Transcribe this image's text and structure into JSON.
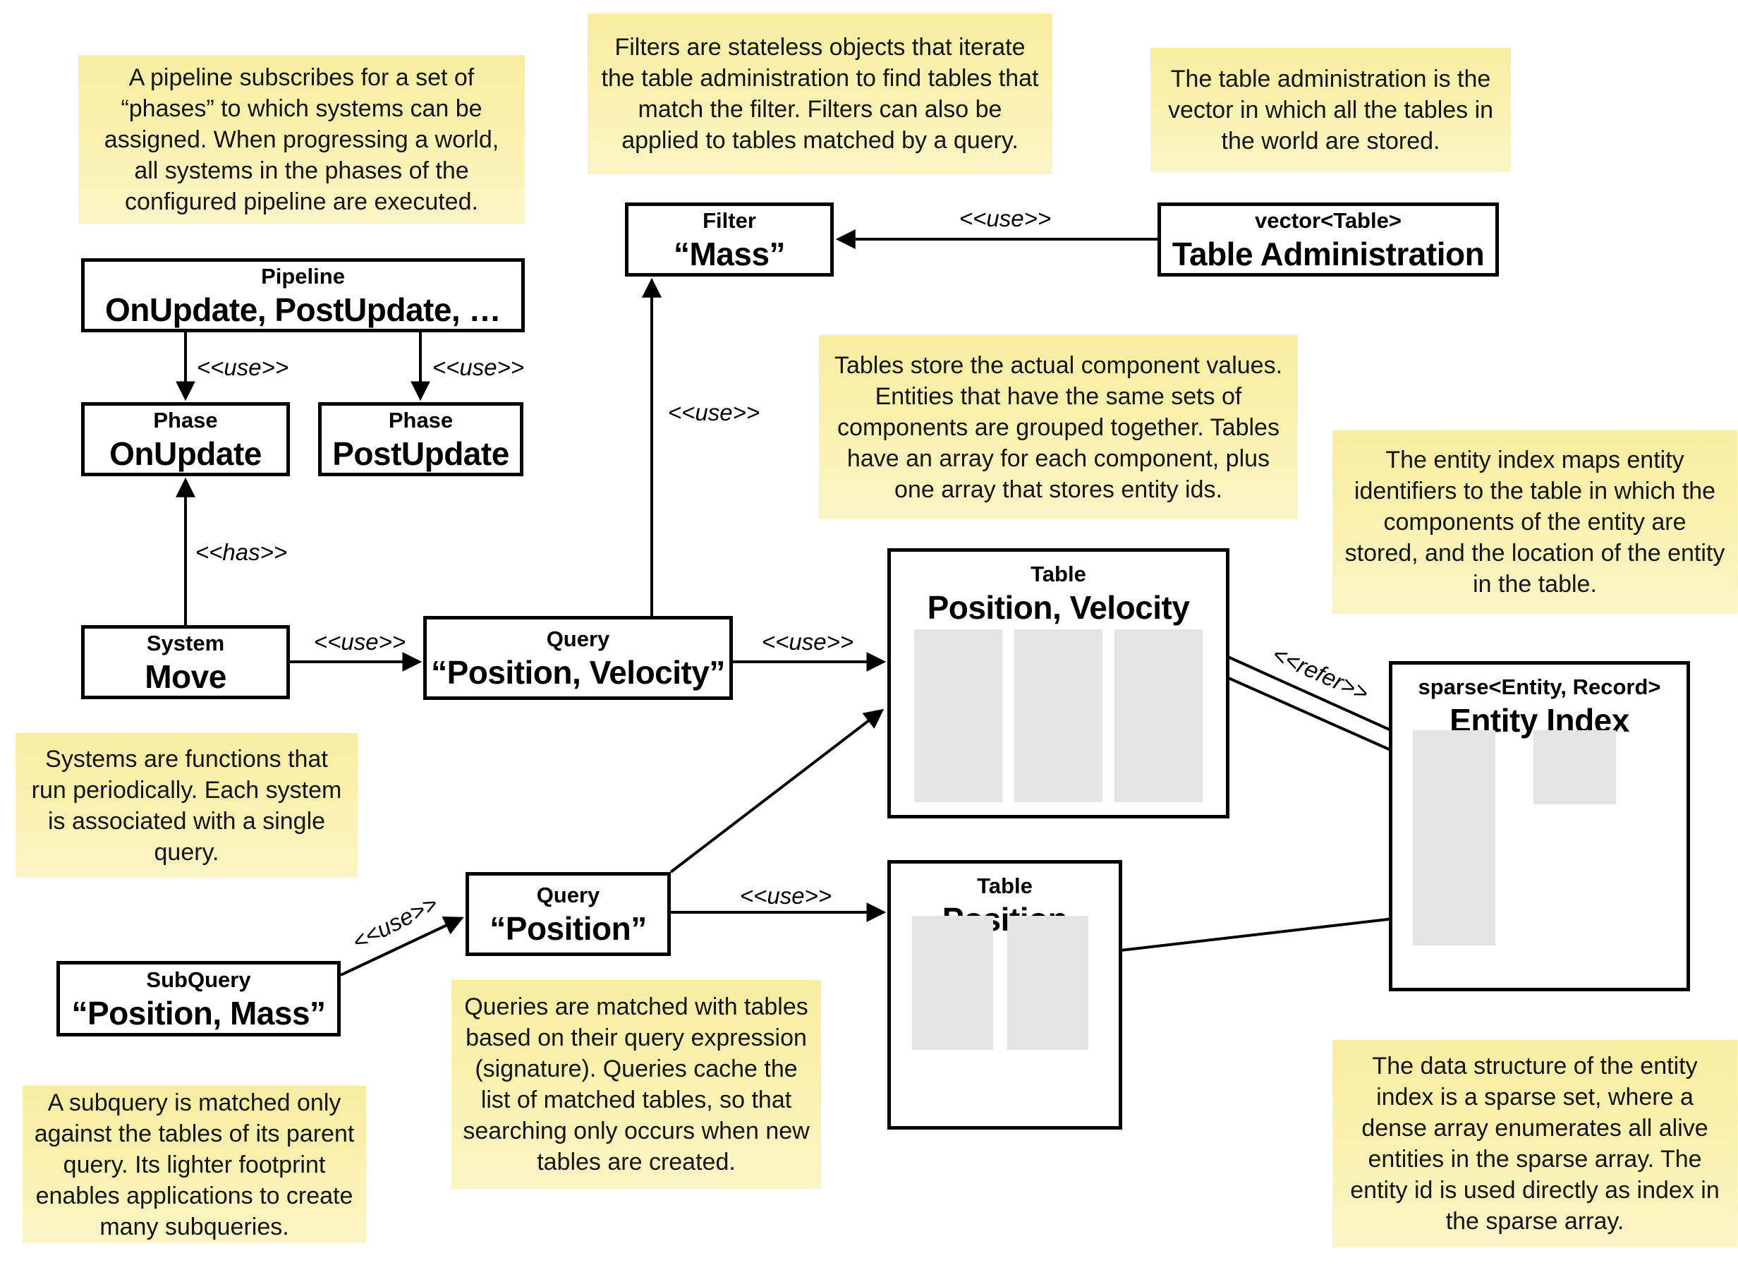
{
  "notes": {
    "pipeline": "A pipeline subscribes for a set of “phases” to which systems can be assigned. When progressing a world, all systems in the phases of the configured pipeline are executed.",
    "filters": "Filters are stateless objects that iterate the table administration to find tables that match the filter. Filters can also be applied to tables matched by a query.",
    "table_admin": "The table administration is the vector in which all the tables in the world are stored.",
    "tables": "Tables store the actual component values. Entities that have the same sets of components are grouped together. Tables have an array for each component, plus one array that stores entity ids.",
    "entity_index": "The entity index maps entity identifiers to the table in which the components of the entity are stored, and the location of the entity in the table.",
    "systems": "Systems are functions that run periodically. Each system is associated with a single query.",
    "queries": "Queries are matched with tables based on their query expression (signature). Queries cache the list of matched tables, so that searching only occurs when new tables are created.",
    "subquery": "A subquery is matched only against the tables of its parent query. Its lighter footprint enables applications to create many subqueries.",
    "sparse_set": "The data structure of the entity index is a sparse set, where a dense array enumerates all alive entities in the sparse array. The entity id is used directly as index in the sparse array."
  },
  "nodes": {
    "filter": {
      "stereotype": "Filter",
      "name": "“Mass”"
    },
    "table_admin": {
      "stereotype": "vector<Table>",
      "name": "Table Administration"
    },
    "pipeline": {
      "stereotype": "Pipeline",
      "name": "OnUpdate, PostUpdate, …"
    },
    "phase_on": {
      "stereotype": "Phase",
      "name": "OnUpdate"
    },
    "phase_post": {
      "stereotype": "Phase",
      "name": "PostUpdate"
    },
    "system": {
      "stereotype": "System",
      "name": "Move"
    },
    "query_pv": {
      "stereotype": "Query",
      "name": "“Position, Velocity”"
    },
    "table_pv": {
      "stereotype": "Table",
      "name": "Position, Velocity"
    },
    "query_p": {
      "stereotype": "Query",
      "name": "“Position”"
    },
    "table_p": {
      "stereotype": "Table",
      "name": "Position"
    },
    "subquery": {
      "stereotype": "SubQuery",
      "name": "“Position, Mass”"
    },
    "entity_index": {
      "stereotype": "sparse<Entity, Record>",
      "name": "Entity Index"
    }
  },
  "edge_labels": {
    "use": "<<use>>",
    "has": "<<has>>",
    "refer": "<<refer>>"
  }
}
